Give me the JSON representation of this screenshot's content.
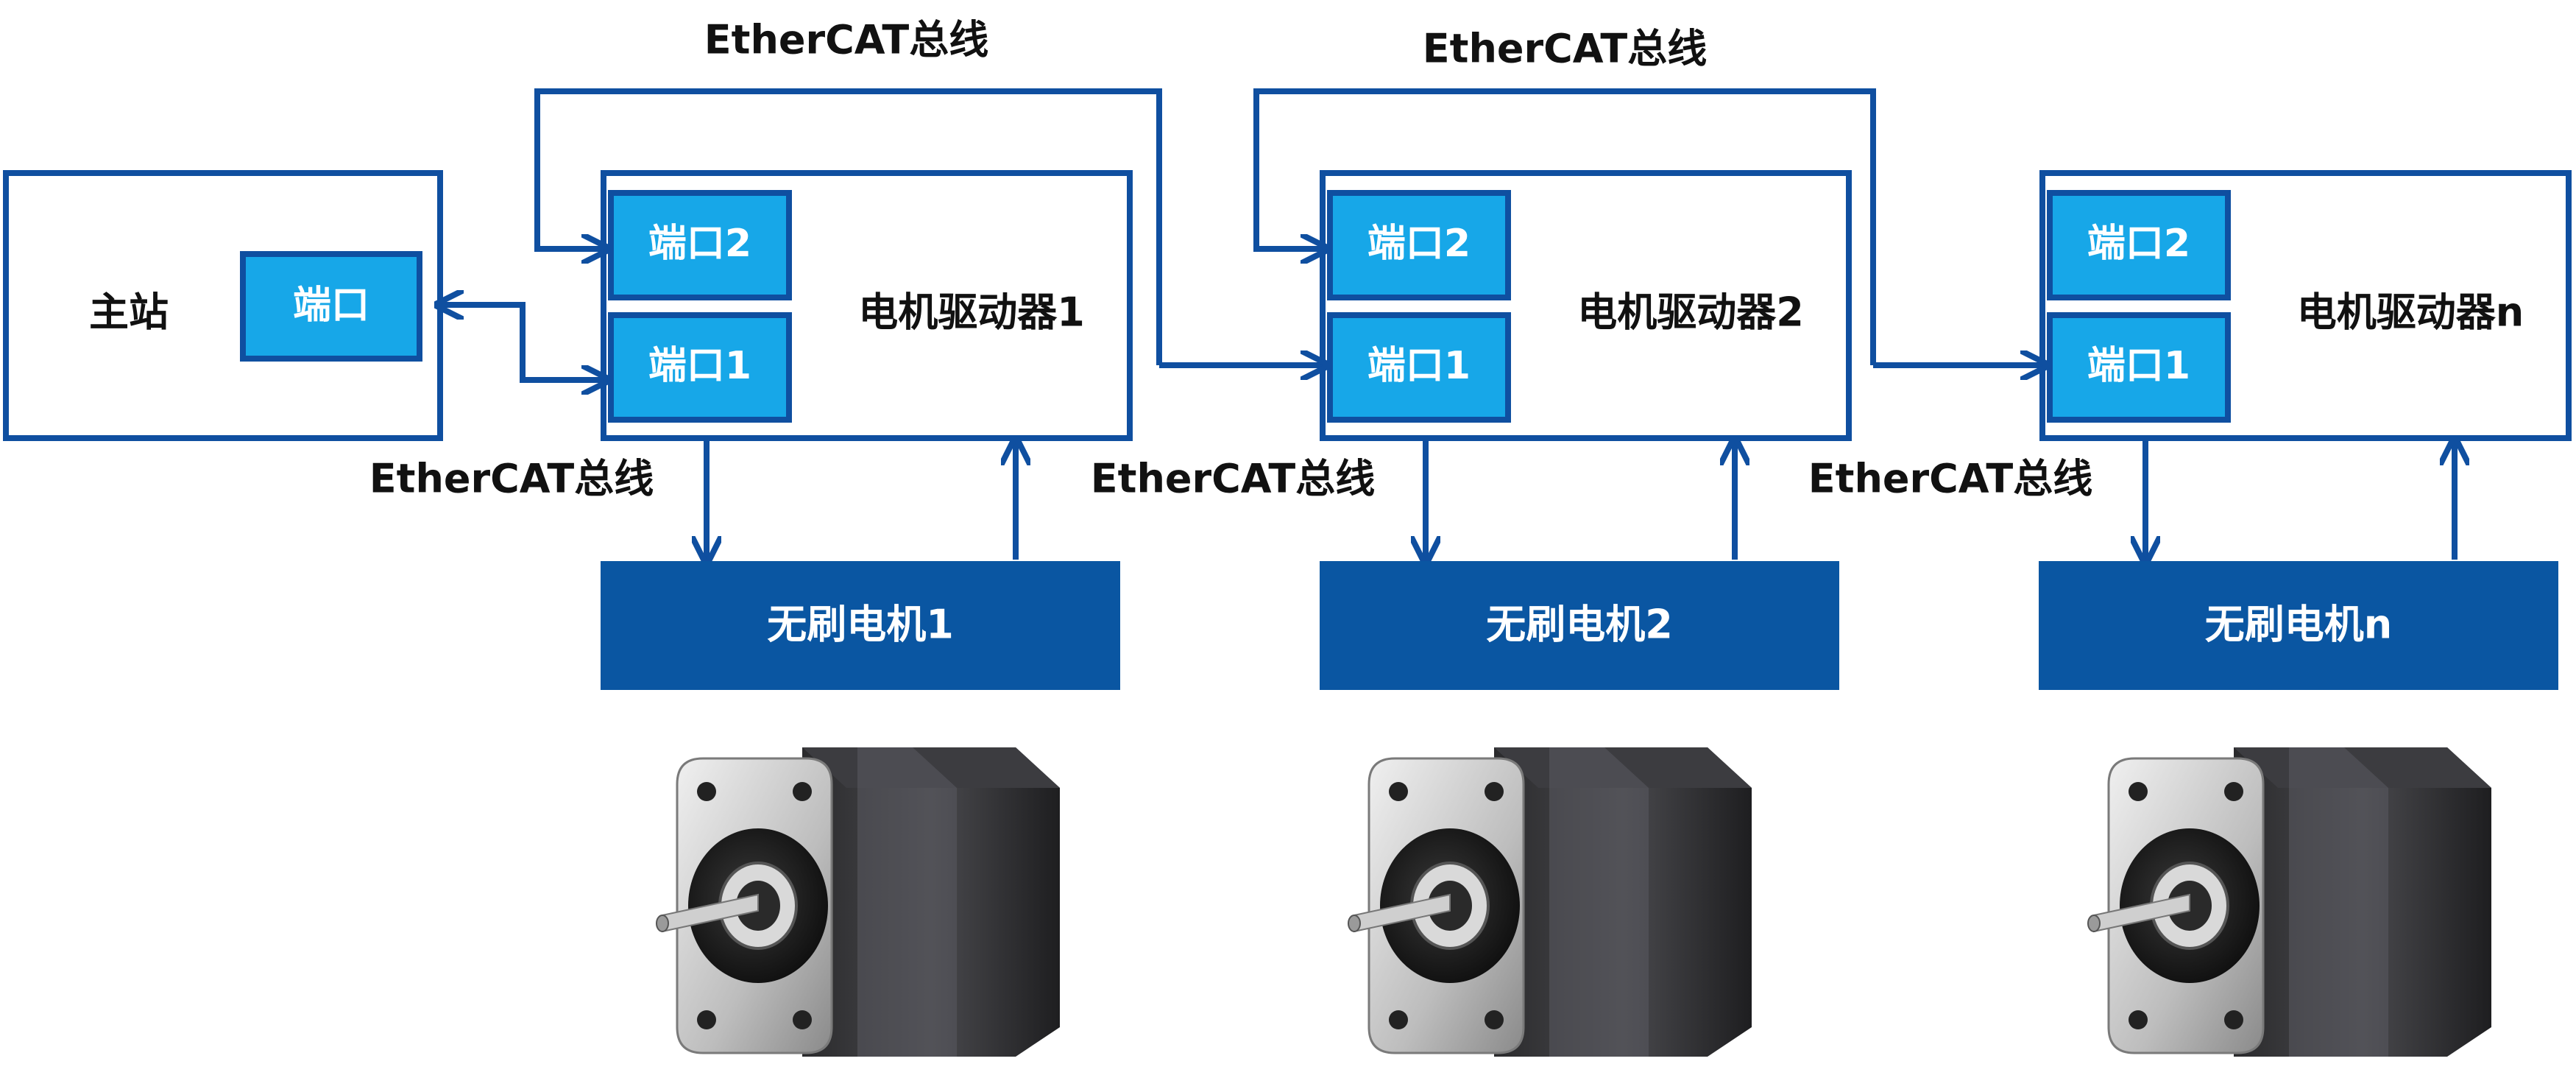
{
  "master": {
    "label": "主站",
    "port_label": "端口"
  },
  "bus_label": "EtherCAT总线",
  "port1_label": "端口1",
  "port2_label": "端口2",
  "drivers": [
    {
      "label": "电机驱动器1",
      "motor_label": "无刷电机1"
    },
    {
      "label": "电机驱动器2",
      "motor_label": "无刷电机2"
    },
    {
      "label": "电机驱动器n",
      "motor_label": "无刷电机n"
    }
  ],
  "colors": {
    "line": "#0f4fa0",
    "port_fill": "#17a7e8",
    "motor_box": "#0a56a2",
    "text": "#111111",
    "white": "#ffffff"
  }
}
